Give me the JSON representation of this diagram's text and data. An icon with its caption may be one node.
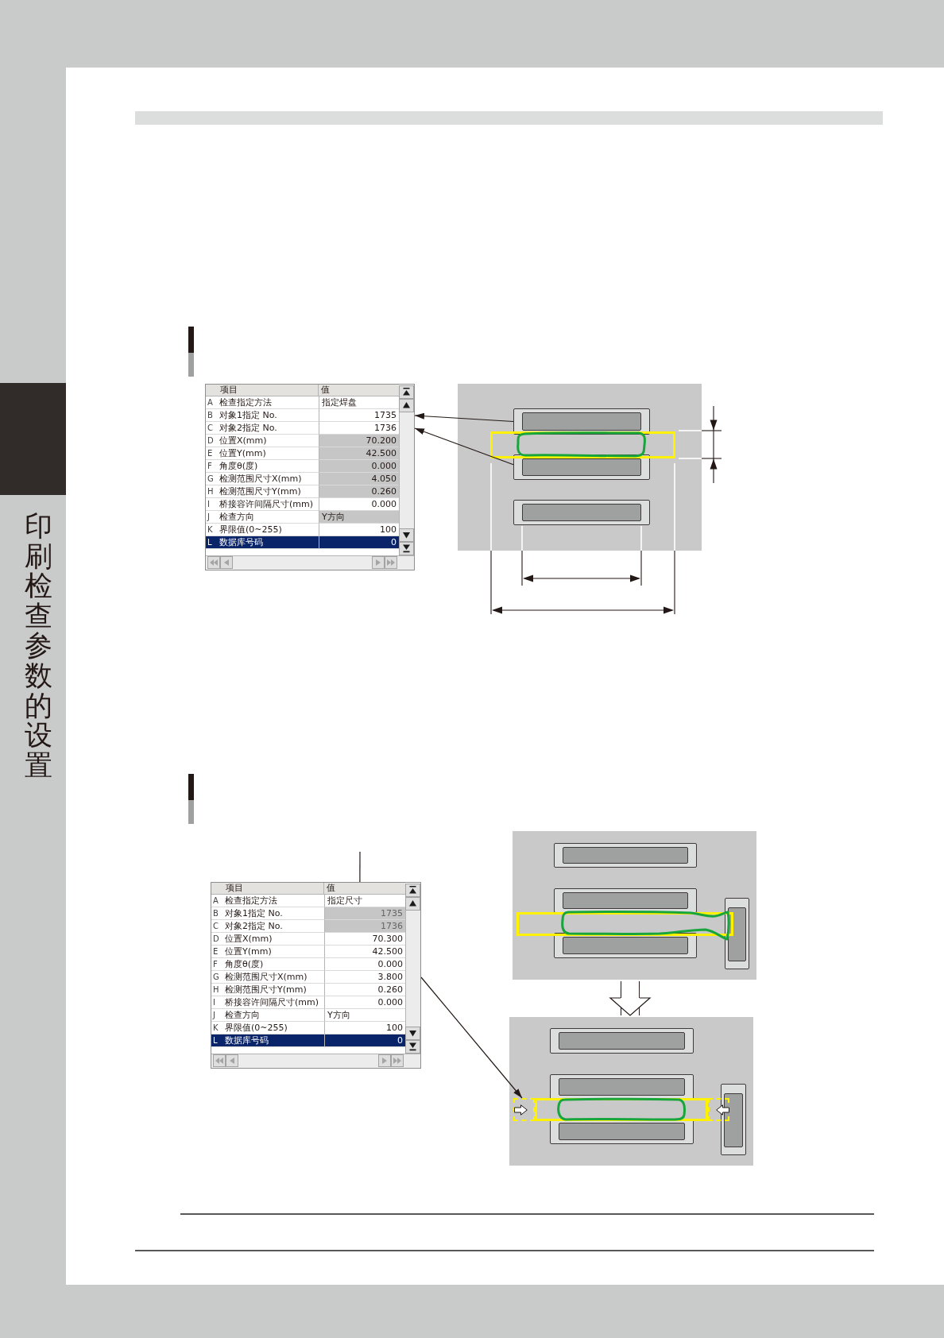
{
  "diagram": {
    "nodes": [
      {
        "text": [],
        "shape": "box"
      },
      {
        "text": [
          "项目",
          "值",
          "A",
          "检查指定方法",
          "指定焊盘",
          "B",
          "对象1指定 No.",
          "1735",
          "C",
          "对象2指定 No.",
          "1736",
          "D",
          "位置X(mm)",
          "70.200",
          "E",
          "位置Y(mm)",
          "42.500",
          "F",
          "角度θ(度)",
          "0.000",
          "G",
          "检测范围尺寸X(mm)",
          "4.050",
          "H",
          "检测范围尺寸Y(mm)",
          "0.260",
          "I",
          "桥接容许间隔尺寸(mm)",
          "0.000",
          "J",
          "检查方向",
          "Y方向",
          "K",
          "界限值(0~255)",
          "100",
          "L",
          "数据库号码",
          "0"
        ]
      },
      {
        "text": [],
        "shape": "box"
      },
      {
        "text": [],
        "shape": "box",
        "in": 2
      },
      {
        "text": [],
        "shape": "box",
        "in": 2
      },
      {
        "text": [],
        "shape": "box",
        "in": 2
      },
      {
        "text": [],
        "shape": "box",
        "in": 2
      },
      {
        "text": [
          "项目",
          "值",
          "A",
          "检查指定方法",
          "指定尺寸",
          "B",
          "对象1指定 No.",
          "1735",
          "C",
          "对象2指定 No.",
          "1736",
          "D",
          "位置X(mm)",
          "70.300",
          "E",
          "位置Y(mm)",
          "42.500",
          "F",
          "角度θ(度)",
          "0.000",
          "G",
          "检测范围尺寸X(mm)",
          "3.800",
          "H",
          "检测范围尺寸Y(mm)",
          "0.260",
          "I",
          "桥接容许间隔尺寸(mm)",
          "0.000",
          "J",
          "检查方向",
          "Y方向",
          "K",
          "界限值(0~255)",
          "100",
          "L",
          "数据库号码",
          "0"
        ]
      },
      {
        "text": [],
        "shape": "box"
      },
      {
        "text": [],
        "shape": "box",
        "in": 8
      },
      {
        "text": [],
        "shape": "box",
        "in": 8
      },
      {
        "text": [],
        "shape": "box",
        "in": 8
      },
      {
        "text": [],
        "shape": "box",
        "in": 8
      },
      {
        "text": [],
        "shape": "box",
        "in": 8
      },
      {
        "text": [],
        "shape": "box"
      },
      {
        "text": [],
        "shape": "box",
        "in": 14
      },
      {
        "text": [],
        "shape": "box",
        "in": 14
      },
      {
        "text": [],
        "shape": "box",
        "in": 14
      },
      {
        "text": [],
        "shape": "box",
        "in": 14
      },
      {
        "text": [],
        "shape": "box",
        "in": 14
      },
      {
        "text": [],
        "shape": "box",
        "in": 14
      },
      {
        "text": [],
        "shape": "box",
        "in": 14
      }
    ],
    "edges": [
      {
        "from": 3,
        "to": 1,
        "arrow": "to"
      },
      {
        "from": 5,
        "to": 1,
        "arrow": "to"
      },
      {
        "from": null,
        "to": 7,
        "arrow": "none"
      },
      {
        "from": 7,
        "to": 17,
        "arrow": "to"
      },
      {
        "from": 8,
        "to": 14,
        "arrow": "to"
      }
    ],
    "labels": [
      "印刷检查参数的设置"
    ]
  }
}
